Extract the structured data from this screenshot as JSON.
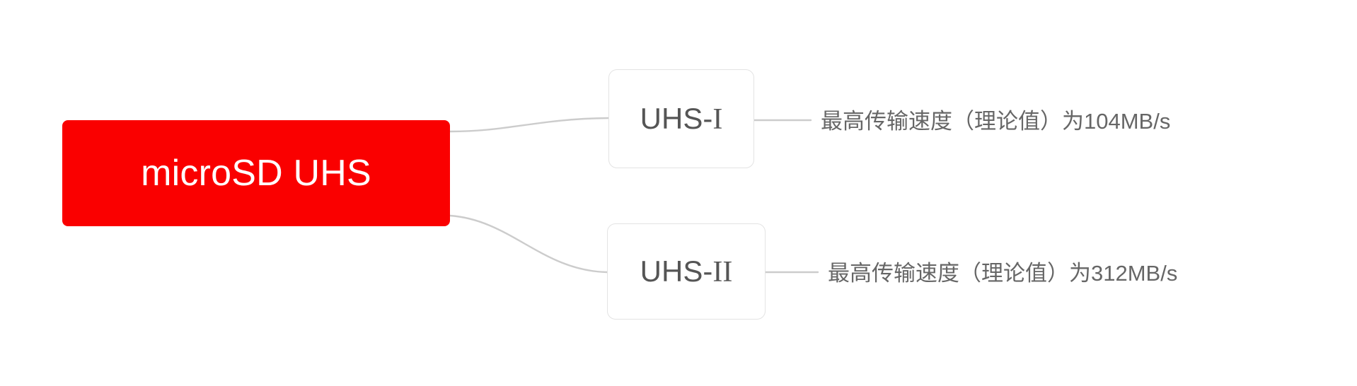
{
  "diagram": {
    "type": "mindmap",
    "orientation": "left-to-right",
    "background_color": "#ffffff",
    "root": {
      "label": "microSD UHS",
      "fill_color": "#FA0000",
      "text_color": "#ffffff"
    },
    "connector_color": "#cccccc",
    "branches": [
      {
        "id": "uhs-1",
        "label": "UHS-I",
        "label_prefix": "UHS-",
        "label_roman": "I",
        "border_color": "#e3e3e3",
        "text_color": "#555555",
        "leaf": {
          "text": "最高传输速度（理论值）为104MB/s",
          "speed_value": "104",
          "speed_unit": "MB/s",
          "text_color": "#666666"
        }
      },
      {
        "id": "uhs-2",
        "label": "UHS-II",
        "label_prefix": "UHS-",
        "label_roman": "II",
        "border_color": "#e3e3e3",
        "text_color": "#555555",
        "leaf": {
          "text": "最高传输速度（理论值）为312MB/s",
          "speed_value": "312",
          "speed_unit": "MB/s",
          "text_color": "#666666"
        }
      }
    ]
  }
}
